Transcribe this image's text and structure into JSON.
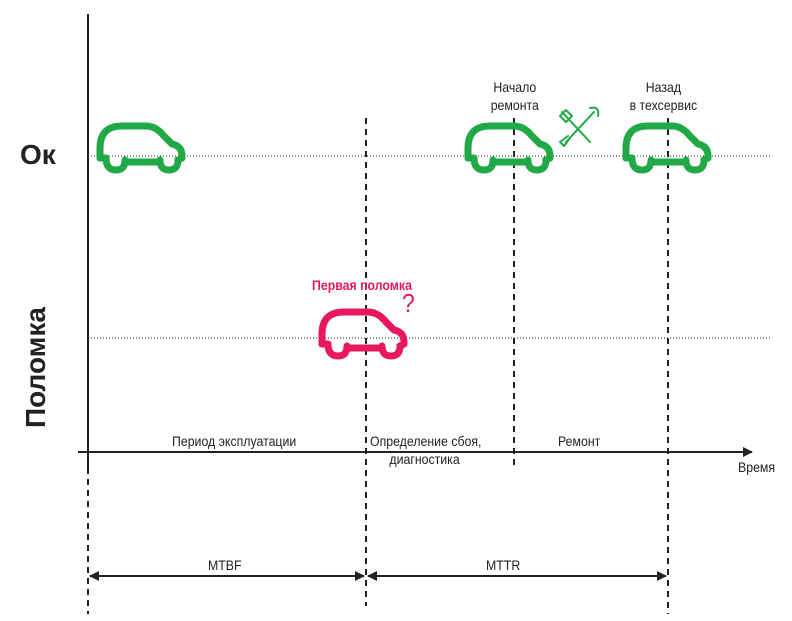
{
  "y_labels": {
    "ok": "Ок",
    "failure": "Поломка"
  },
  "events": {
    "repair_start": [
      "Начало",
      "ремонта"
    ],
    "back_to_service": [
      "Назад",
      "в техсервис"
    ],
    "first_failure": "Первая поломка",
    "question_mark": "?"
  },
  "phases": {
    "operation": "Период эксплуатации",
    "diagnosis": [
      "Определение сбоя,",
      "диагностика"
    ],
    "repair": "Ремонт"
  },
  "axis": {
    "time": "Время"
  },
  "intervals": {
    "mtbf": "MTBF",
    "mttr": "MTTR"
  },
  "colors": {
    "ok_car": "#21a947",
    "failure_car": "#e8185c",
    "line": "#222222"
  },
  "icons": [
    "car-icon",
    "tools-icon"
  ]
}
